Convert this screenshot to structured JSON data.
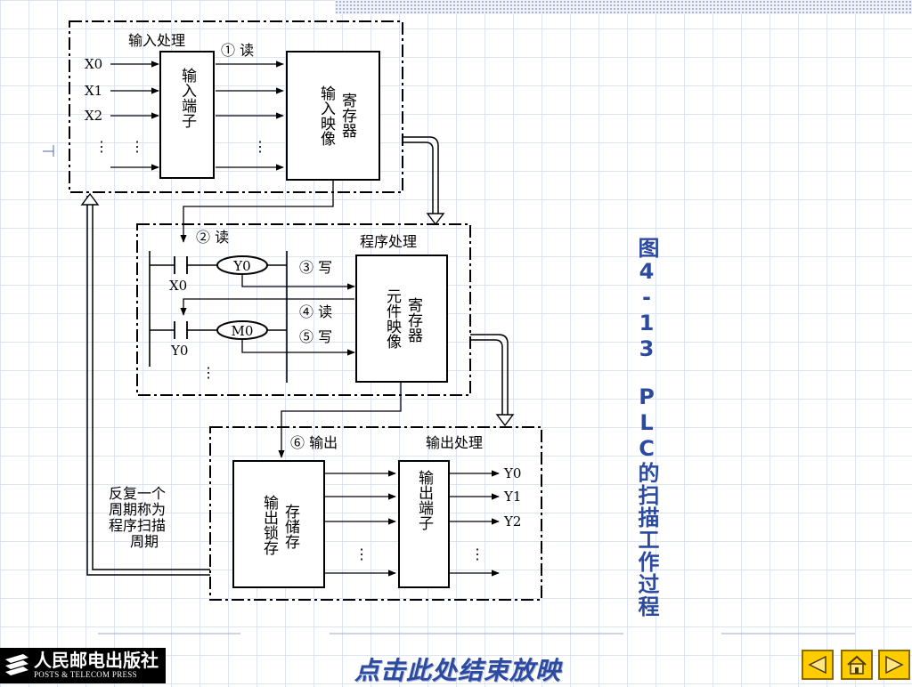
{
  "figure": {
    "title": "图4-13　PLC的扫描工作过程"
  },
  "input_stage": {
    "title": "输入处理",
    "step_label": "① 读",
    "inputs": [
      "X0",
      "X1",
      "X2"
    ],
    "dots": "⋮",
    "terminal_label": "输入端子",
    "register_label_1": "输入映像",
    "register_label_2": "寄存器"
  },
  "program_stage": {
    "title": "程序处理",
    "step_read_label": "② 读",
    "step_write_label": "③ 写",
    "step_read2_label": "④ 读",
    "step_write2_label": "⑤ 写",
    "contact1": "X0",
    "coil1": "Y0",
    "contact2": "Y0",
    "coil2": "M0",
    "dots": "⋮",
    "register_label_1": "元件映像",
    "register_label_2": "寄存器"
  },
  "output_stage": {
    "title": "输出处理",
    "step_label": "⑥ 输出",
    "latch_label_1": "输出锁存",
    "latch_label_2": "存储存",
    "terminal_label": "输出端子",
    "outputs": [
      "Y0",
      "Y1",
      "Y2"
    ],
    "dots": "⋮"
  },
  "cycle_note": {
    "lines": [
      "反复一个",
      "周期称为",
      "程序扫描",
      "周期"
    ]
  },
  "publisher": {
    "name_cn": "人民邮电出版社",
    "name_en": "POSTS & TELECOM PRESS"
  },
  "end_show_label": "点击此处结束放映",
  "colors": {
    "title_blue": "#2b4aa0",
    "nav_yellow": "#ffcc00"
  },
  "nav_icons": [
    "prev-icon",
    "home-icon",
    "next-icon"
  ]
}
